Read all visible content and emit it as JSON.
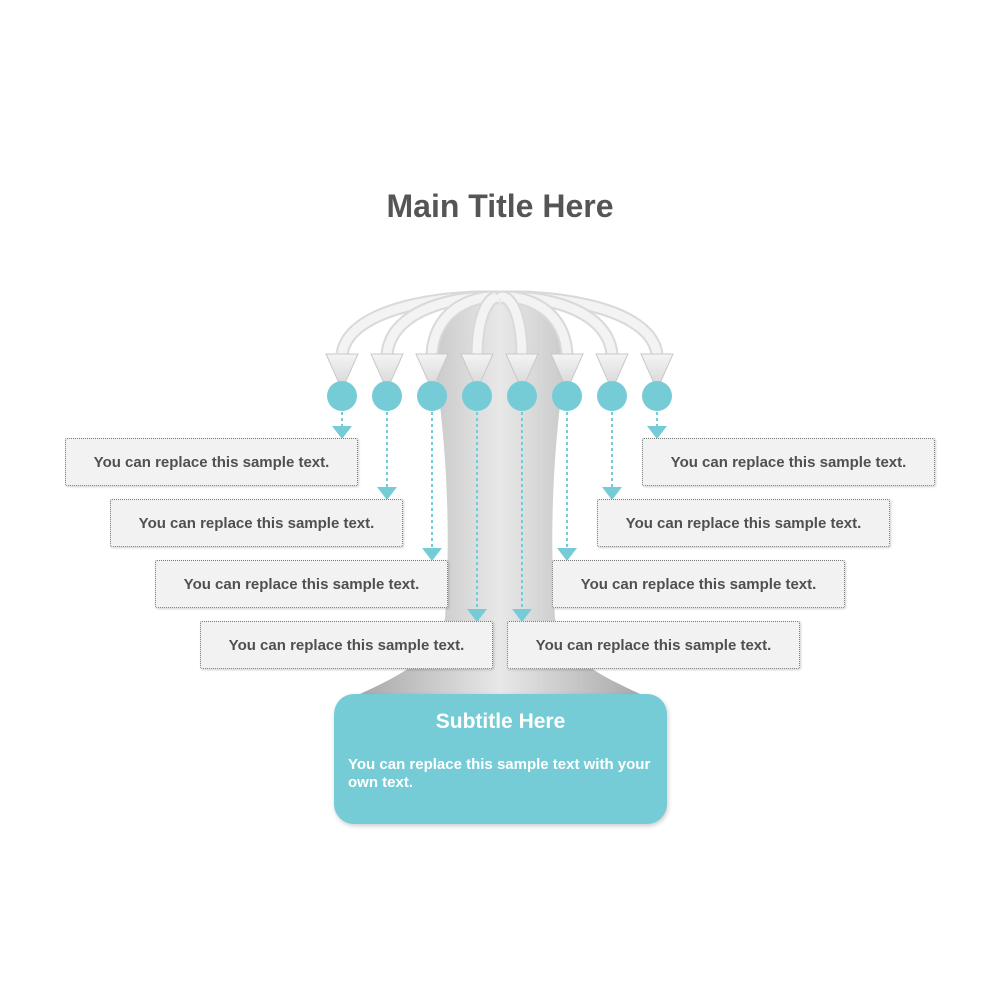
{
  "title": "Main Title Here",
  "colors": {
    "accent": "#76ccd6",
    "box_fill": "#f2f2f2",
    "text": "#555555",
    "trunk_gray": "#bdbdbd",
    "arrow_gray": "#e6e6e6"
  },
  "text_boxes": [
    "You can replace this sample text.",
    "You can replace this sample text.",
    "You can replace this sample text.",
    "You can replace this sample text.",
    "You can replace this sample text.",
    "You can replace this sample text.",
    "You can replace this sample text.",
    "You can replace this sample text."
  ],
  "subtitle": {
    "title": "Subtitle Here",
    "body": "You can replace this sample text with your own text."
  }
}
